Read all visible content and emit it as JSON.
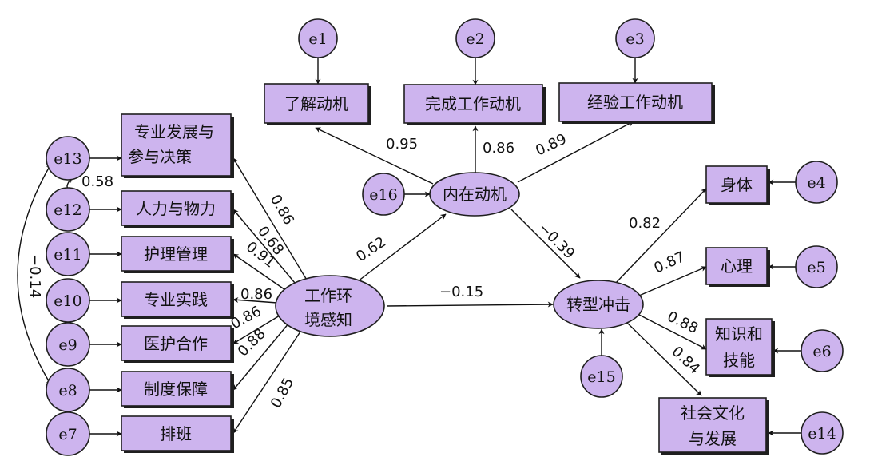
{
  "colors": {
    "fill": "#cdb4ee",
    "stroke": "#1f1f1f"
  },
  "nodes": {
    "e1": "e1",
    "e2": "e2",
    "e3": "e3",
    "e4": "e4",
    "e5": "e5",
    "e6": "e6",
    "e7": "e7",
    "e8": "e8",
    "e9": "e9",
    "e10": "e10",
    "e11": "e11",
    "e12": "e12",
    "e13": "e13",
    "e14": "e14",
    "e15": "e15",
    "e16": "e16",
    "liaojie": "了解动机",
    "wancheng": "完成工作动机",
    "jingyan": "经验工作动机",
    "neizai": "内在动机",
    "gongzuo": [
      "工作环",
      "境感知"
    ],
    "zhuanxing": "转型冲击",
    "zhuanye": [
      "专业发展与",
      "参与决策"
    ],
    "renli": "人力与物力",
    "huli": "护理管理",
    "shijian": "专业实践",
    "yihu": "医护合作",
    "zhidu": "制度保障",
    "paiban": "排班",
    "shenti": "身体",
    "xinli": "心理",
    "zhishi": [
      "知识和",
      "技能"
    ],
    "shehui": [
      "社会文化",
      "与发展"
    ]
  },
  "coefficients": {
    "liaojie": "0.95",
    "wancheng": "0.86",
    "jingyan": "0.89",
    "gz_nz": "0.62",
    "nz_zx": "−0.39",
    "gz_zx": "−0.15",
    "zhuanye": "0.86",
    "renli": "0.68",
    "huli": "0.91",
    "shijian": "0.86",
    "yihu": "0.86",
    "zhidu": "0.88",
    "paiban": "0.85",
    "shenti": "0.82",
    "xinli": "0.87",
    "zhishi": "0.88",
    "shehui": "0.84",
    "e13_e12": "0.58",
    "e13_e8": "−0.14"
  }
}
